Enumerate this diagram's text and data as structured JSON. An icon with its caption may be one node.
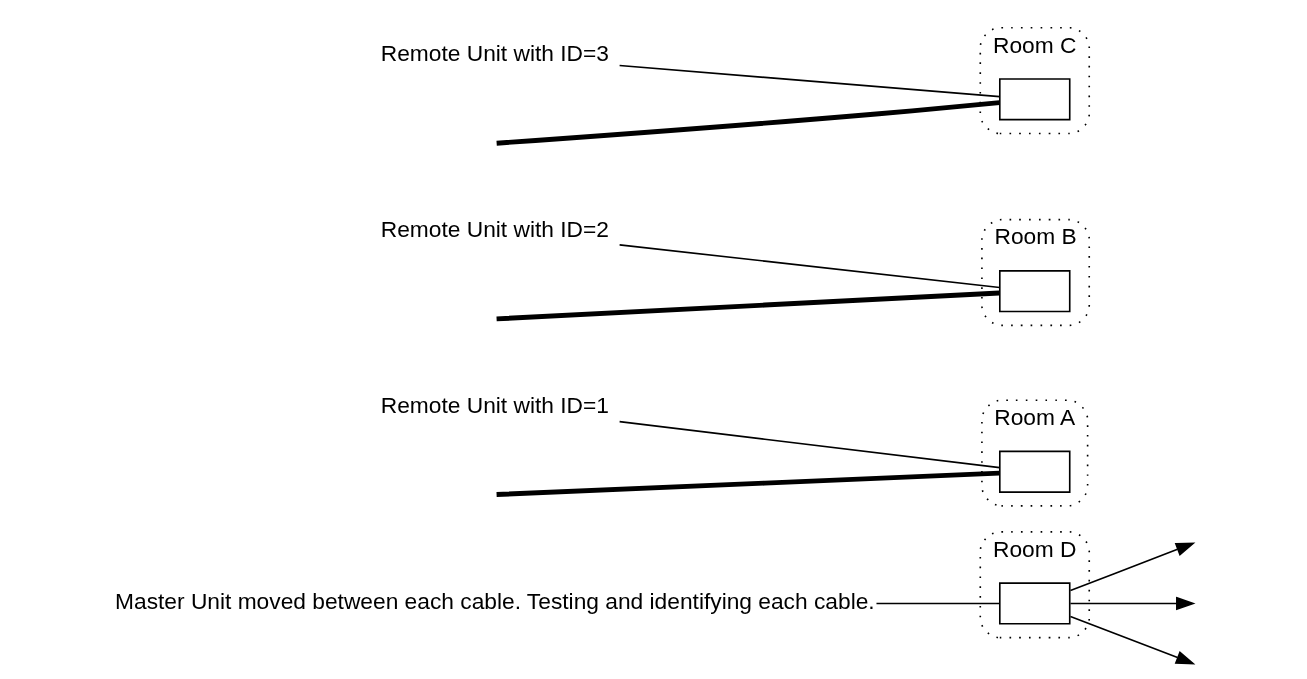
{
  "diagram": {
    "nodes": [
      {
        "text": [
          "Master Unit moved between each cable. Testing and identifying each cable."
        ]
      },
      {
        "text": [
          "Room A"
        ]
      },
      {
        "text": [],
        "shape": "box",
        "in": 1
      },
      {
        "text": [
          "Remote Unit with ID=1"
        ]
      },
      {
        "text": [
          "Room B"
        ]
      },
      {
        "text": [],
        "shape": "box",
        "in": 4
      },
      {
        "text": [
          "Room D"
        ]
      },
      {
        "text": [],
        "shape": "box",
        "in": 6
      },
      {
        "text": [
          "Remote Unit with ID=2"
        ]
      },
      {
        "text": [
          "Remote Unit with ID=3"
        ]
      },
      {
        "text": [
          "Room C"
        ]
      },
      {
        "text": [],
        "shape": "box",
        "in": 10
      }
    ],
    "edges": [
      {
        "from": 0,
        "to": 7,
        "arrow": "none"
      },
      {
        "from": 3,
        "to": 2,
        "arrow": "none"
      },
      {
        "from": 8,
        "to": 5,
        "arrow": "none"
      },
      {
        "from": 9,
        "to": 11,
        "arrow": "none"
      },
      {
        "from": 7,
        "to": null,
        "arrow": "to"
      },
      {
        "from": 7,
        "to": null,
        "arrow": "to"
      },
      {
        "from": 7,
        "to": null,
        "arrow": "to"
      },
      {
        "from": null,
        "to": 2,
        "arrow": "none",
        "style": "thick"
      },
      {
        "from": null,
        "to": 5,
        "arrow": "none",
        "style": "thick"
      },
      {
        "from": null,
        "to": 11,
        "arrow": "none",
        "style": "thick"
      }
    ]
  }
}
